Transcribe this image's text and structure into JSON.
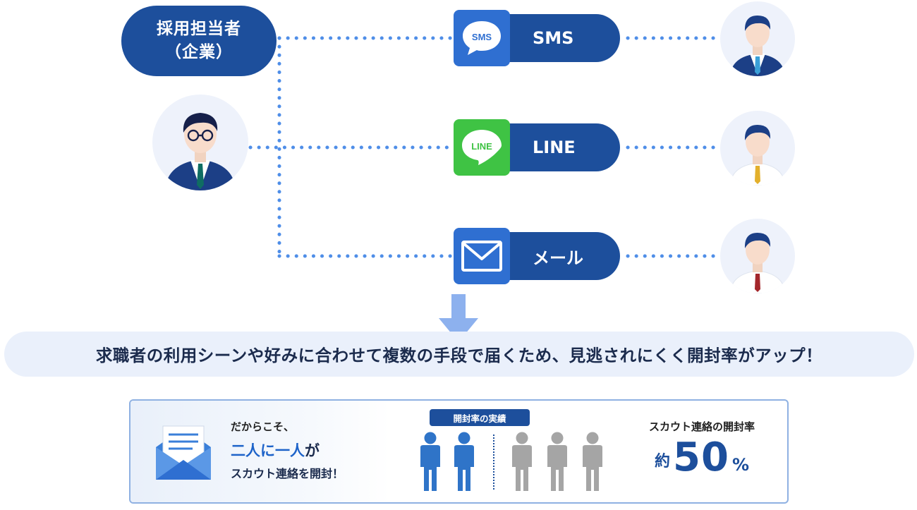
{
  "recruiter": {
    "line1": "採用担当者",
    "line2": "（企業）"
  },
  "channels": [
    {
      "label": "SMS",
      "icon": "sms-icon",
      "icon_text": "SMS",
      "color": "#2f6fd1"
    },
    {
      "label": "LINE",
      "icon": "line-icon",
      "icon_text": "LINE",
      "color": "#3fc344"
    },
    {
      "label": "メール",
      "icon": "mail-icon",
      "color": "#2f6fd1"
    }
  ],
  "candidates": [
    {
      "icon": "businessman-blue-tie-icon",
      "tie_color": "#3aa0d8"
    },
    {
      "icon": "man-yellow-tie-icon",
      "tie_color": "#e3b02c"
    },
    {
      "icon": "man-red-tie-icon",
      "tie_color": "#a3262b"
    }
  ],
  "message": "求職者の利用シーンや好みに合わせて複数の手段で届くため、見逃されにくく開封率がアップ！",
  "result": {
    "intro": "だからこそ、",
    "emphasis": "二人に一人",
    "emphasis_suffix": "が",
    "line3": "スカウト連絡を開封！",
    "badge": "開封率の実績",
    "people_highlighted": 2,
    "people_total": 5,
    "rate_label": "スカウト連絡の開封率",
    "rate_prefix": "約",
    "rate_value": "50",
    "rate_suffix": "%"
  },
  "colors": {
    "navy": "#1d4f9c",
    "dot": "#4f8ee8",
    "highlight_person": "#2f74c8",
    "muted_person": "#a5a5a5"
  }
}
